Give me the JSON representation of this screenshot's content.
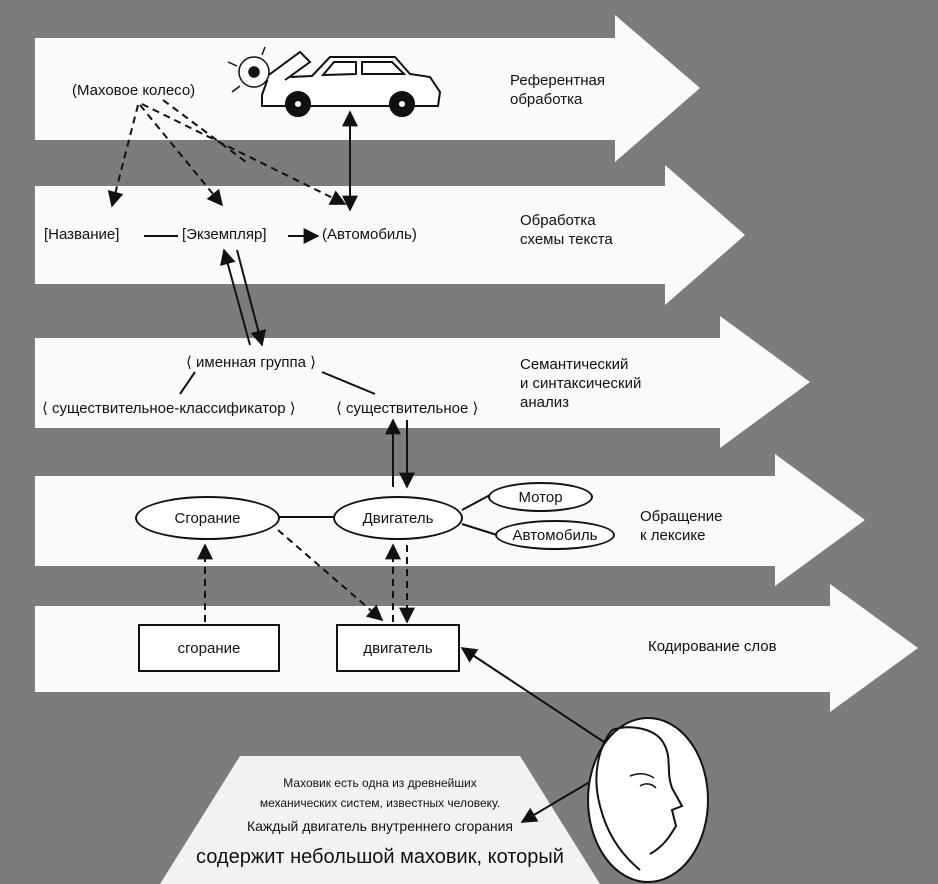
{
  "levels": {
    "referential": [
      "Референтная",
      "обработка"
    ],
    "schema": [
      "Обработка",
      "схемы текста"
    ],
    "semantic": [
      "Семантический",
      "и синтаксический",
      "анализ"
    ],
    "lexical": [
      "Обращение",
      "к лексике"
    ],
    "encoding": "Кодирование слов"
  },
  "schema_nodes": {
    "flywheel": "(Маховое колесо)",
    "name": "[Название]",
    "instance": "[Экземпляр]",
    "automobile": "(Автомобиль)"
  },
  "syntax_nodes": {
    "noun_group": "⟨ именная группа ⟩",
    "classifier_noun": "⟨ существительное-классификатор ⟩",
    "noun": "⟨ существительное ⟩"
  },
  "lexical_nodes": {
    "combustion": "Сгорание",
    "engine": "Двигатель",
    "motor": "Мотор",
    "car": "Автомобиль"
  },
  "word_nodes": {
    "combustion": "сгорание",
    "engine": "двигатель"
  },
  "quote_lines": [
    "Маховик есть одна из древнейших",
    "механических систем, известных человеку.",
    "Каждый двигатель внутреннего сгорания",
    "содержит небольшой маховик, который"
  ]
}
